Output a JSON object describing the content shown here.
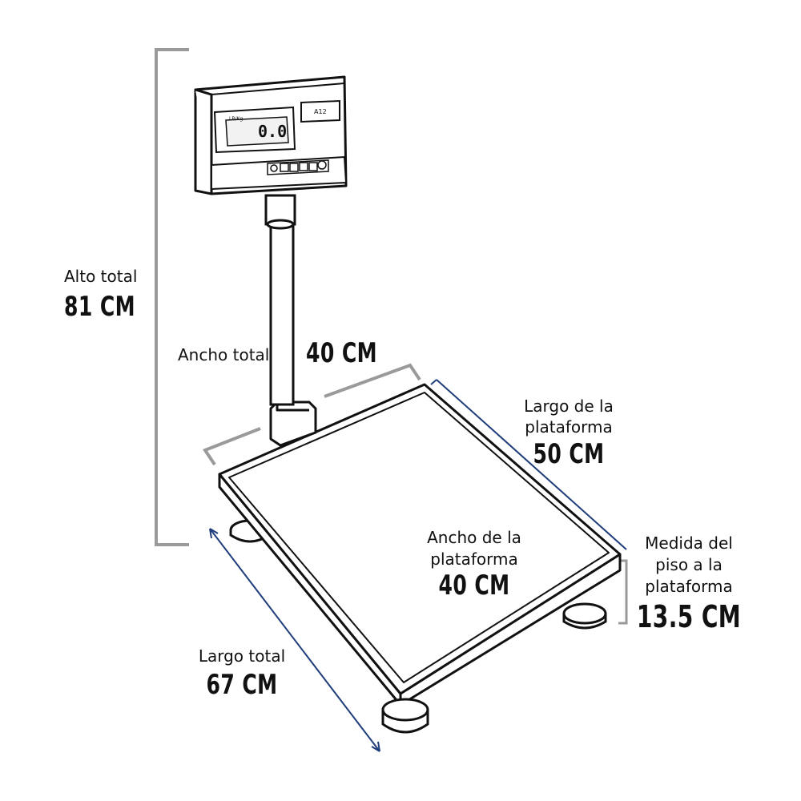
{
  "labels": {
    "alto_total": "Alto total",
    "alto_total_value": "81 CM",
    "ancho_total": "Ancho total",
    "ancho_total_value": "40 CM",
    "largo_plataforma_line1": "Largo de la",
    "largo_plataforma_line2": "plataforma",
    "largo_plataforma_value": "50 CM",
    "ancho_plataforma_line1": "Ancho de la",
    "ancho_plataforma_line2": "plataforma",
    "ancho_plataforma_value": "40 CM",
    "medida_piso_line1": "Medida del",
    "medida_piso_line2": "piso a la",
    "medida_piso_line3": "plataforma",
    "medida_piso_value": "13.5 CM",
    "largo_total": "Largo total",
    "largo_total_value": "67 CM"
  },
  "display": {
    "reading": "0.0",
    "model": "A12",
    "unit": "LB/Kg"
  },
  "colors": {
    "outline": "#111111",
    "dimension_gray": "#9a9a9a",
    "dimension_blue": "#1f3d7a"
  }
}
